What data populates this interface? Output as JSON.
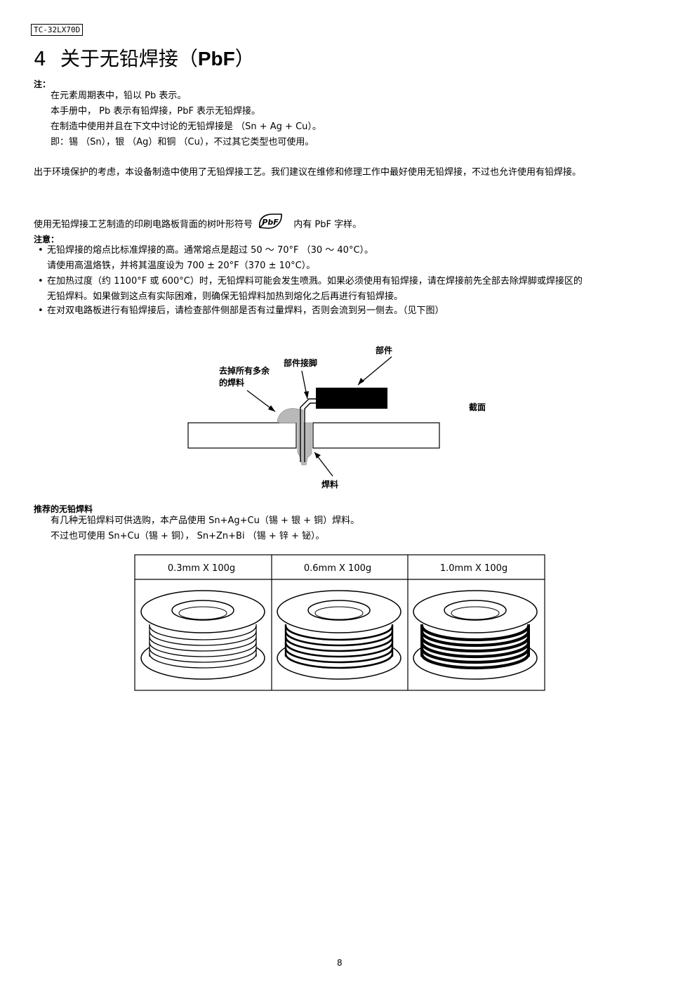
{
  "header": {
    "model": "TC-32LX70D"
  },
  "section": {
    "number": "4",
    "title": "关于无铅焊接（",
    "title_bold": "PbF",
    "title_close": "）"
  },
  "note": {
    "label": "注：",
    "lines": [
      "在元素周期表中，铅以 Pb 表示。",
      "本手册中， Pb 表示有铅焊接，PbF 表示无铅焊接。",
      "在制造中使用并且在下文中讨论的无铅焊接是 （Sn + Ag + Cu）。",
      "即：锡 （Sn），银 （Ag）和铜 （Cu），不过其它类型也可使用。"
    ]
  },
  "environment_paragraph": "出于环境保护的考虑，本设备制造中使用了无铅焊接工艺。我们建议在维修和修理工作中最好使用无铅焊接，不过也允许使用有铅焊接。",
  "symbol_line": {
    "before": "使用无铅焊接工艺制造的印刷电路板背面的树叶形符号",
    "symbol_text": "PbF",
    "after": "内有 PbF 字样。"
  },
  "caution": {
    "label": "注意：",
    "items": [
      {
        "bullet": "•",
        "lines": [
          "无铅焊接的熔点比标准焊接的高。通常熔点是超过 50 ～ 70°F （30 ～ 40°C）。",
          "请使用高温烙铁，并将其温度设为 700 ± 20°F（370 ± 10°C）。"
        ]
      },
      {
        "bullet": "•",
        "lines": [
          "在加热过度（约 1100°F 或 600°C）时，无铅焊料可能会发生喷溅。如果必须使用有铅焊接，请在焊接前先全部去除焊脚或焊接区的",
          "无铅焊料。如果做到这点有实际困难，则确保无铅焊料加热到熔化之后再进行有铅焊接。"
        ]
      },
      {
        "bullet": "•",
        "lines": [
          "在对双电路板进行有铅焊接后，请检查部件侧部是否有过量焊料，否则会流到另一侧去。（见下图）"
        ]
      }
    ]
  },
  "diagram": {
    "label_component": "部件",
    "label_lead": "部件接脚",
    "label_remove_1": "去掉所有多余",
    "label_remove_2": "的焊料",
    "label_section": "截面",
    "label_solder": "焊料"
  },
  "recommended": {
    "label": "推荐的无铅焊料",
    "lines": [
      "有几种无铅焊料可供选购，本产品使用 Sn+Ag+Cu（锡 + 银 + 铜）焊料。",
      "不过也可使用 Sn+Cu（锡 + 铜）， Sn+Zn+Bi （锡 + 锌 + 铋）。"
    ],
    "spools": [
      {
        "label": "0.3mm X 100g"
      },
      {
        "label": "0.6mm X 100g"
      },
      {
        "label": "1.0mm X 100g"
      }
    ]
  },
  "footer": {
    "page": "8"
  }
}
